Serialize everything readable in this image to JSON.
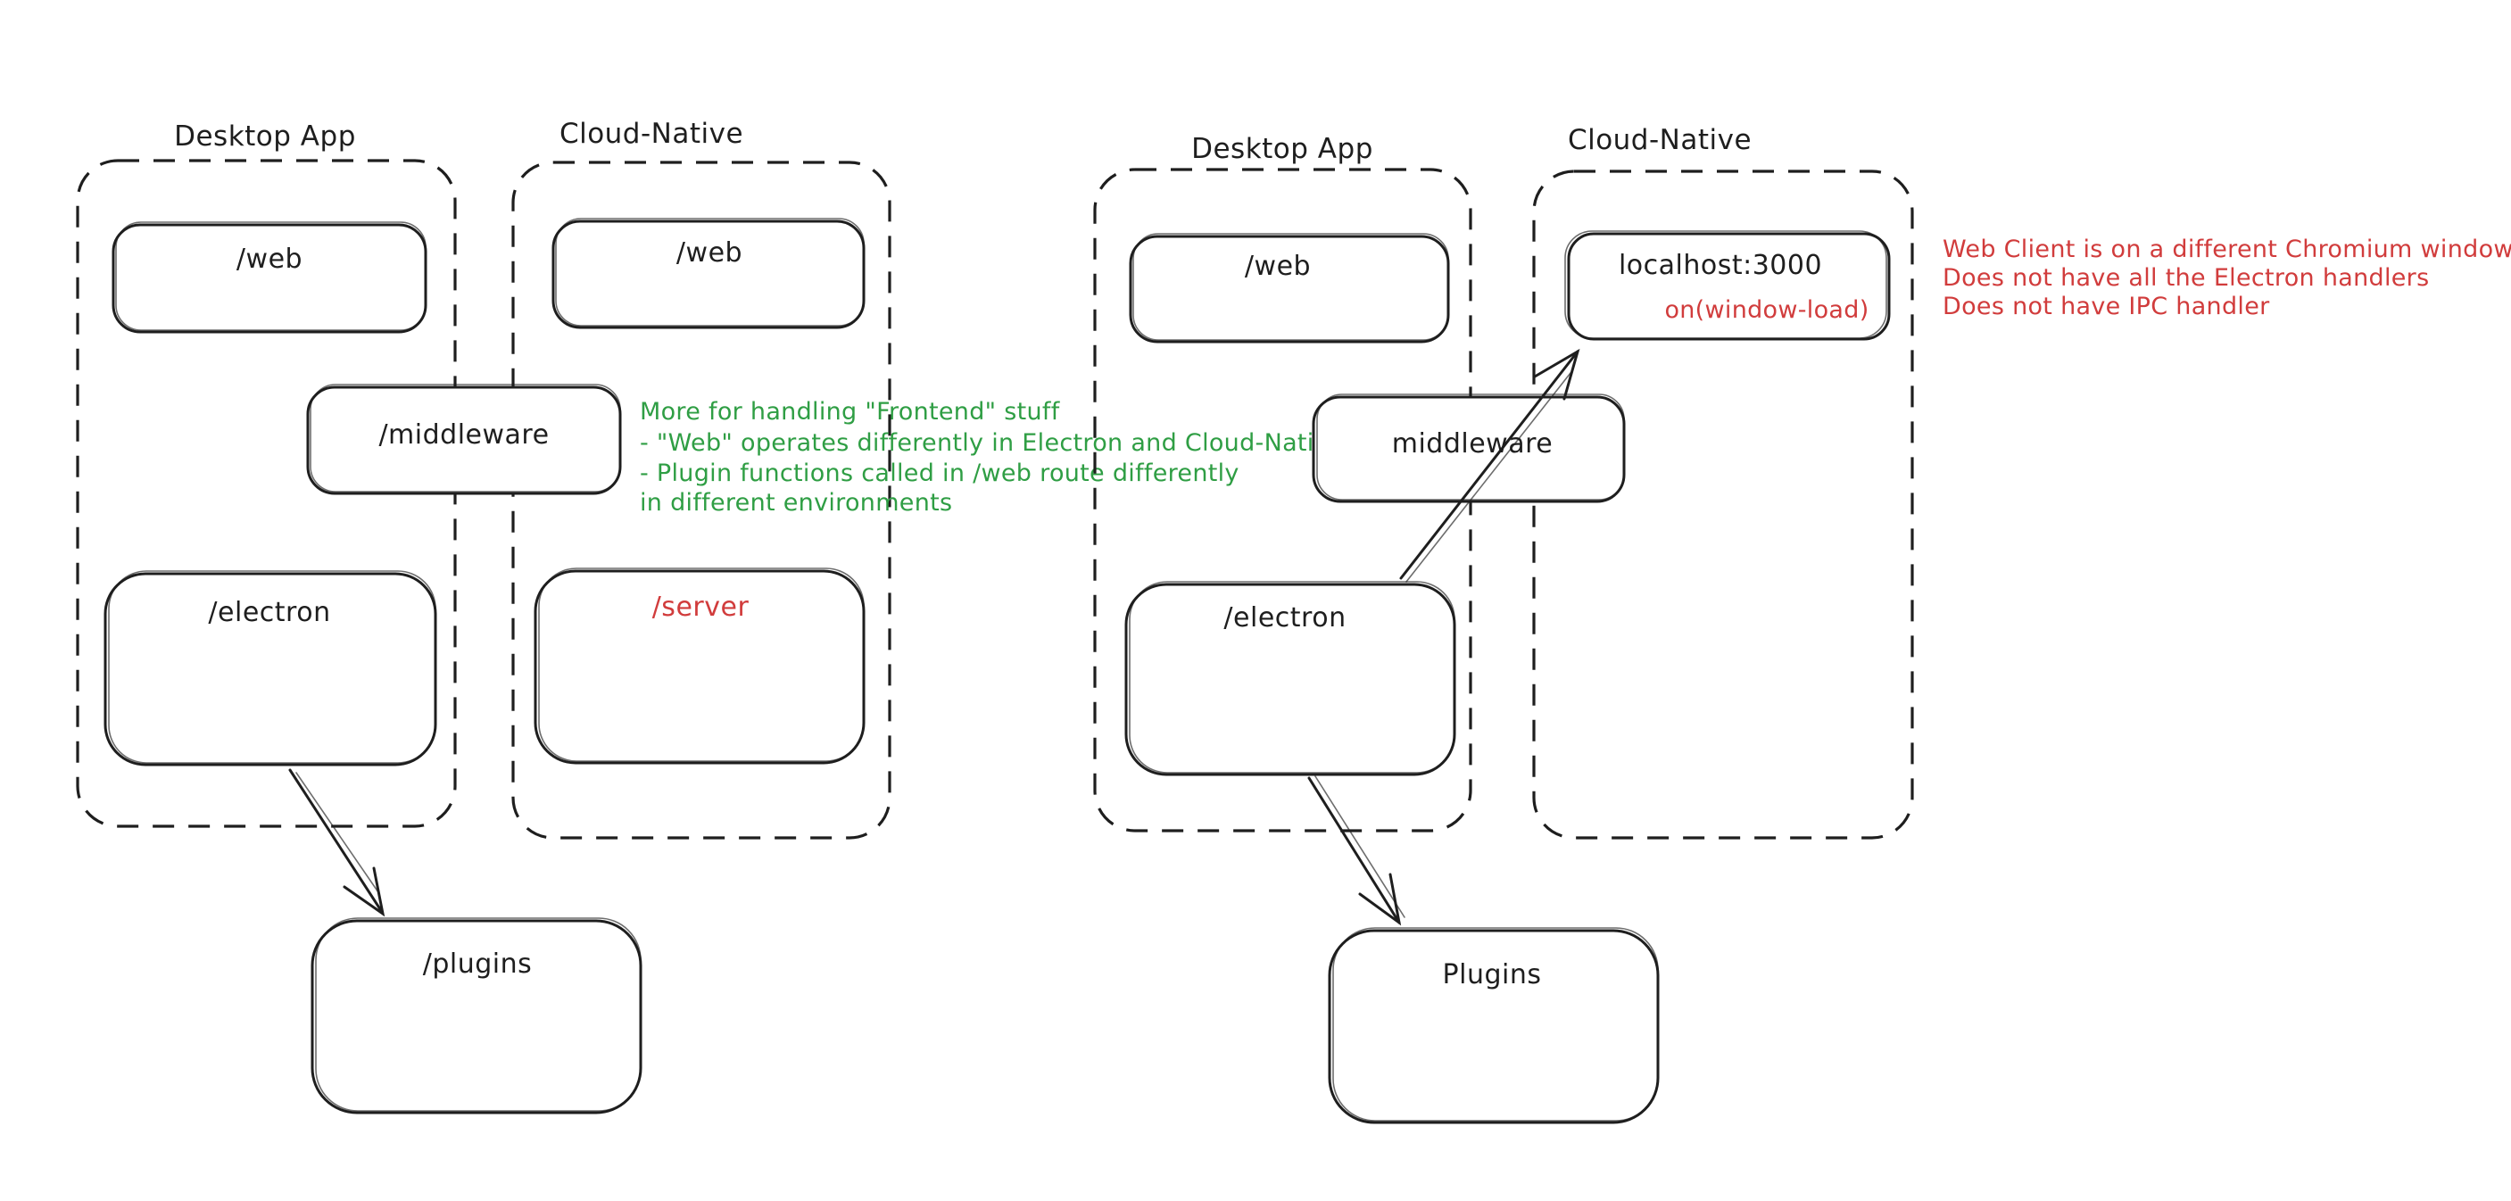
{
  "colors": {
    "stroke": "#1e1e1e",
    "red": "#d13c3c",
    "green": "#2f9e44",
    "background": "#ffffff"
  },
  "left": {
    "desktop": {
      "label": "Desktop App",
      "web": "/web",
      "middleware": "/middleware",
      "electron": "/electron"
    },
    "cloud": {
      "label": "Cloud-Native",
      "web": "/web",
      "server": "/server"
    },
    "plugins": "/plugins",
    "note": {
      "line1": "More for handling \"Frontend\" stuff",
      "line2": "- \"Web\" operates differently in Electron and Cloud-Native",
      "line3": "- Plugin functions called in /web route differently",
      "line4": "in different environments"
    }
  },
  "right": {
    "desktop": {
      "label": "Desktop App",
      "web": "/web",
      "electron": "/electron"
    },
    "cloud": {
      "label": "Cloud-Native",
      "localhost": "localhost:3000",
      "on_window_load": "on(window-load)",
      "middleware": "middleware"
    },
    "plugins": "Plugins",
    "note": {
      "line1": "Web Client is on a different Chromium window",
      "line2": "Does not have all the Electron handlers",
      "line3": "Does not have IPC handler"
    }
  }
}
